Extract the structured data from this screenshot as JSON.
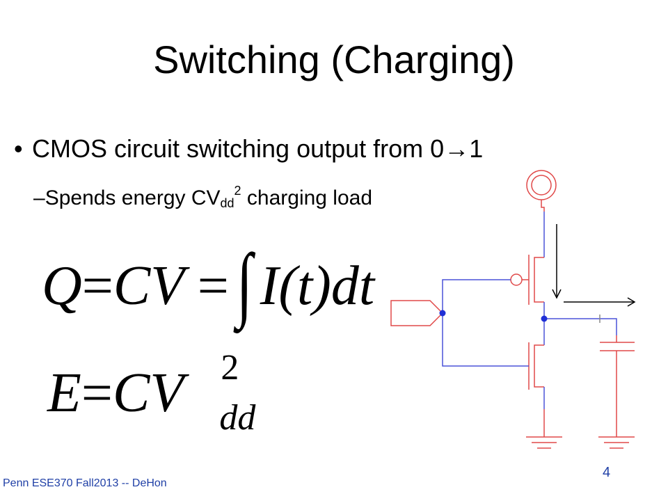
{
  "slide": {
    "title": "Switching (Charging)",
    "bullet": {
      "text_before": "CMOS circuit switching output from 0",
      "arrow": "→",
      "text_after": "1"
    },
    "sub_bullet": {
      "dash": "–",
      "text_before": "Spends energy CV",
      "subscript": "dd",
      "superscript": "2",
      "text_after": " charging load"
    },
    "equation1": {
      "q": "Q",
      "eq_a": "=",
      "cv": "CV",
      "eq_b": "=",
      "integral": "∫",
      "integrand": "I(t)dt"
    },
    "equation2": {
      "e": "E",
      "eq": "=",
      "c": "C",
      "v": "V",
      "sup": "2",
      "sub": "dd"
    },
    "footer": "Penn ESE370 Fall2013 -- DeHon",
    "page_number": "4"
  },
  "colors": {
    "wire_blue": "#4a52d8",
    "wire_red": "#e04848",
    "node_blue": "#1f2fd6",
    "footer_blue": "#1f3fa6",
    "arrow_black": "#000000"
  },
  "icons": {
    "circuit": "cmos-inverter-with-load-capacitor"
  }
}
